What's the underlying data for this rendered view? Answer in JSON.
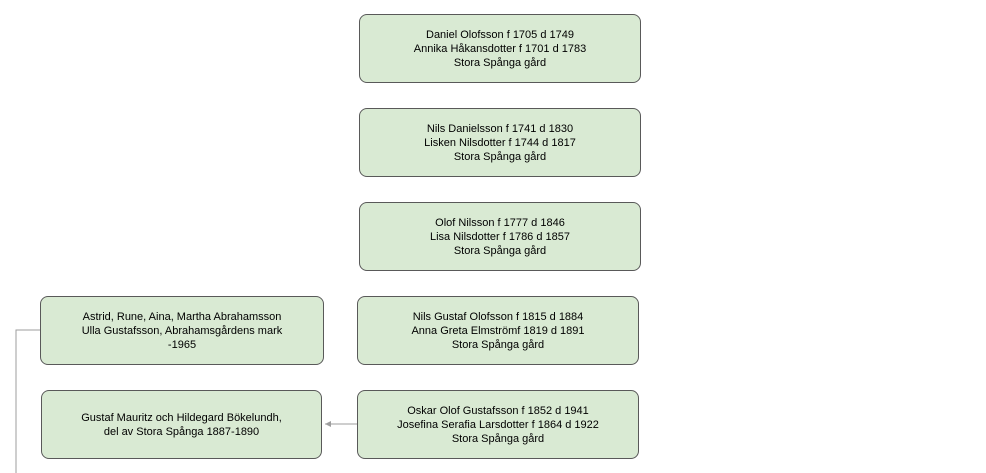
{
  "nodes": {
    "n1": [
      "Daniel Olofsson f 1705 d 1749",
      "Annika Håkansdotter f 1701 d 1783",
      "Stora Spånga gård"
    ],
    "n2": [
      "Nils Danielsson f 1741 d 1830",
      "Lisken Nilsdotter f 1744 d 1817",
      "Stora Spånga gård"
    ],
    "n3": [
      "Olof Nilsson f 1777 d 1846",
      "Lisa Nilsdotter f 1786 d 1857",
      "Stora Spånga gård"
    ],
    "n4": [
      "Nils Gustaf Olofsson f 1815 d 1884",
      "Anna Greta Elmströmf 1819 d 1891",
      "Stora Spånga gård"
    ],
    "n5": [
      "Oskar Olof Gustafsson f 1852 d 1941",
      "Josefina Serafia Larsdotter f 1864 d 1922",
      "Stora Spånga gård"
    ],
    "n6": [
      "Astrid, Rune, Aina, Martha Abrahamsson",
      "Ulla Gustafsson, Abrahamsgårdens mark",
      "-1965"
    ],
    "n7": [
      "Gustaf Mauritz och Hildegard Bökelundh,",
      "del av Stora Spånga 1887-1890"
    ]
  },
  "colors": {
    "node_fill": "#d9ead3",
    "node_border": "#595959",
    "connector": "#9e9e9e"
  }
}
